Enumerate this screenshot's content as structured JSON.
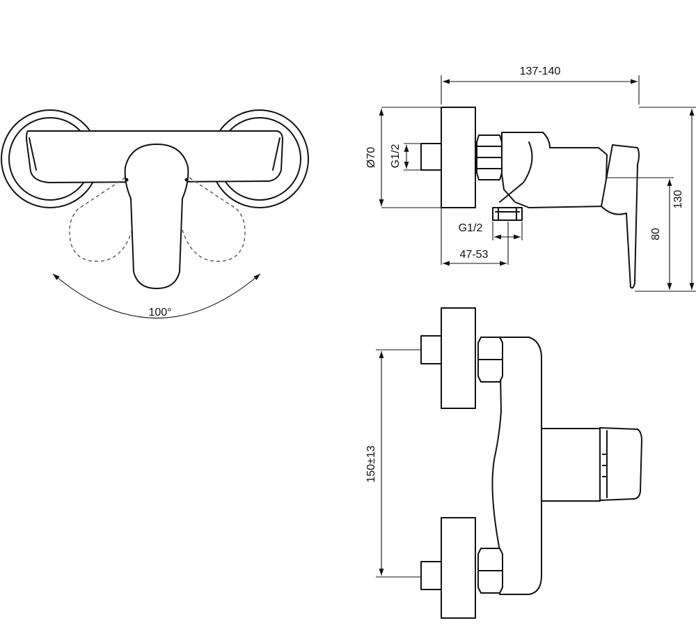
{
  "colors": {
    "line": "#111111",
    "background": "#ffffff",
    "hidden_line": "#555555"
  },
  "dimensions": {
    "rotation_angle": "100°",
    "overall_depth": "137-140",
    "rosette_diameter": "Ø70",
    "inlet_thread": "G1/2",
    "outlet_thread": "G1/2",
    "outlet_offset": "47-53",
    "lever_height": "80",
    "overall_height": "130",
    "inlet_spacing": "150±13"
  }
}
